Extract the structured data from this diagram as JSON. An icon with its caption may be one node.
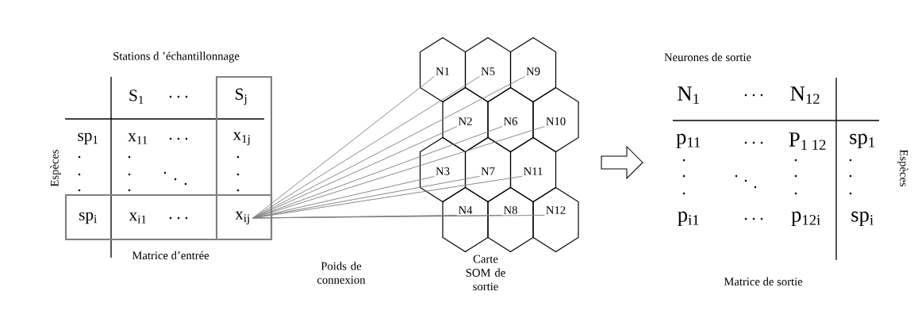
{
  "diagram": {
    "nodes": [
      {
        "text": [
          "x$_{ij}$"
        ]
      },
      {
        "text": [
          "N1"
        ]
      },
      {
        "text": [
          "N5"
        ]
      },
      {
        "text": [
          "N9"
        ]
      },
      {
        "text": [
          "N2"
        ]
      },
      {
        "text": [
          "N6"
        ]
      },
      {
        "text": [
          "N10"
        ]
      },
      {
        "text": [
          "N3"
        ]
      },
      {
        "text": [
          "N7"
        ]
      },
      {
        "text": [
          "N11"
        ]
      },
      {
        "text": [
          "N4"
        ]
      },
      {
        "text": [
          "N8"
        ]
      },
      {
        "text": [
          "N12"
        ]
      }
    ],
    "edges": [
      {
        "from": 0,
        "to": 1,
        "arrow": "none"
      },
      {
        "from": 0,
        "to": 2,
        "arrow": "none"
      },
      {
        "from": 0,
        "to": 3,
        "arrow": "none"
      },
      {
        "from": 0,
        "to": 4,
        "arrow": "none"
      },
      {
        "from": 0,
        "to": 5,
        "arrow": "none"
      },
      {
        "from": 0,
        "to": 6,
        "arrow": "none"
      },
      {
        "from": 0,
        "to": 7,
        "arrow": "none"
      },
      {
        "from": 0,
        "to": 8,
        "arrow": "none"
      },
      {
        "from": 0,
        "to": 9,
        "arrow": "none"
      },
      {
        "from": 0,
        "to": 10,
        "arrow": "none"
      },
      {
        "from": 0,
        "to": 11,
        "arrow": "none"
      },
      {
        "from": 0,
        "to": 12,
        "arrow": "none"
      }
    ],
    "labels": [
      "Stations d ’échantillonnage",
      "S$_{1}$",
      "S$_{j}$",
      "sp$_{1}$",
      "x$_{11}$",
      "x$_{1j}$",
      "Espèces",
      "sp$_{i}$",
      "x$_{i1}$",
      "Matrice d’entrée",
      "Neurones de sortie",
      "N$_{1}$",
      "N$_{12}$",
      "p$_{11}$",
      "P$_{1 12}$",
      "sp$_{1}$",
      "Espèces",
      "p$_{i1}$",
      "p$_{12i}$",
      "sp$_{i}$",
      "Poids de connexion",
      "Carte SOM de sortie",
      "Matrice de sortie"
    ]
  }
}
